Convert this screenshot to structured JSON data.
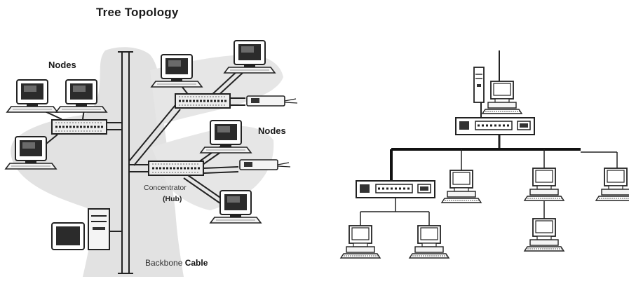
{
  "left_diagram": {
    "title": "Tree Topology",
    "nodes_label_top": "Nodes",
    "nodes_label_right": "Nodes",
    "hub_label_line1": "Concentrator",
    "hub_label_line2": "(Hub)",
    "backbone_label_part1": "Backbone",
    "backbone_label_part2": "Cable"
  },
  "colors": {
    "line": "#222222",
    "background_shape": "#e2e2e2",
    "device_fill": "#f4f4f4"
  },
  "icons": [
    "computer-icon",
    "hub-icon",
    "tower-computer-icon",
    "antenna-icon",
    "connector-plug-icon"
  ]
}
